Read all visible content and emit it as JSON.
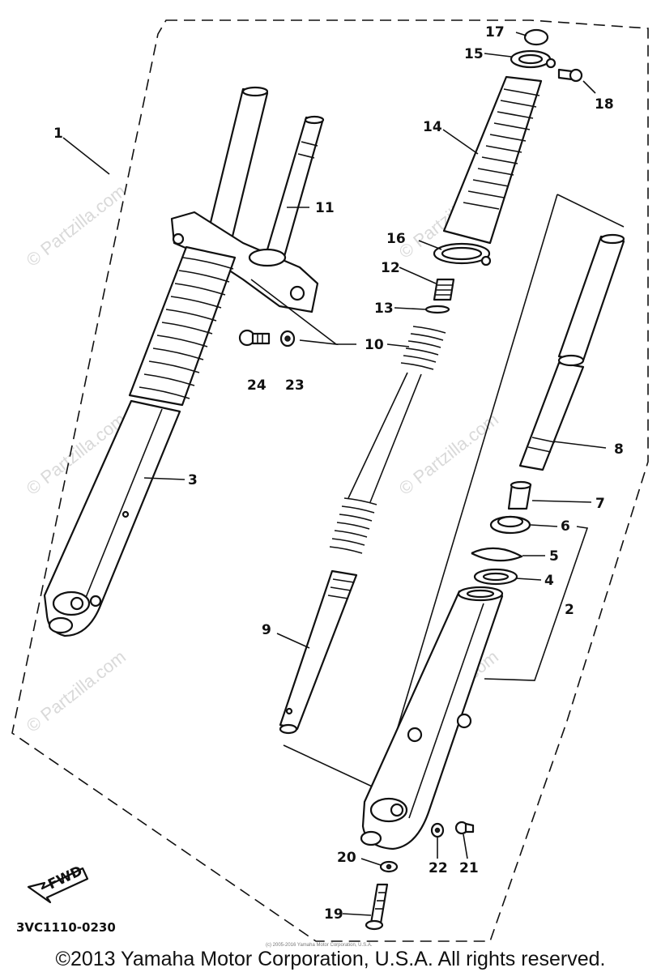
{
  "diagram": {
    "parts": [
      {
        "num": "1"
      },
      {
        "num": "2"
      },
      {
        "num": "3"
      },
      {
        "num": "4"
      },
      {
        "num": "5"
      },
      {
        "num": "6"
      },
      {
        "num": "7"
      },
      {
        "num": "8"
      },
      {
        "num": "9"
      },
      {
        "num": "10"
      },
      {
        "num": "11"
      },
      {
        "num": "12"
      },
      {
        "num": "13"
      },
      {
        "num": "14"
      },
      {
        "num": "15"
      },
      {
        "num": "16"
      },
      {
        "num": "17"
      },
      {
        "num": "18"
      },
      {
        "num": "19"
      },
      {
        "num": "20"
      },
      {
        "num": "21"
      },
      {
        "num": "22"
      },
      {
        "num": "23"
      },
      {
        "num": "24"
      }
    ],
    "fwd_label": "FWD",
    "diagram_code": "3VC1110-0230"
  },
  "watermark": "© Partzilla.com",
  "small_notice": "(c) 2005-2016 Yamaha Motor Corporation, U.S.A.",
  "copyright": "©2013 Yamaha Motor Corporation, U.S.A. All rights reserved."
}
